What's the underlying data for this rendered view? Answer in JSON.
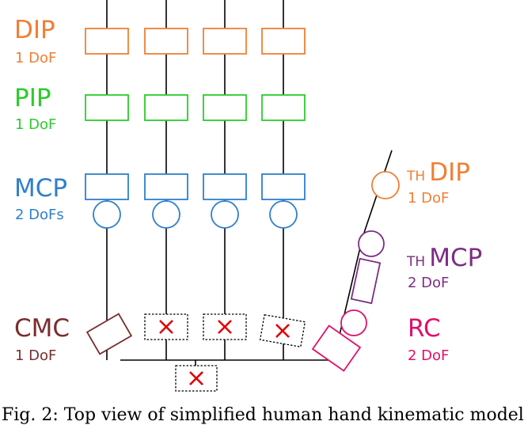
{
  "colors": {
    "dip": "#f07f34",
    "pip": "#2bcc2b",
    "mcp": "#2f7fcc",
    "cmc": "#7a2e2e",
    "th_mcp": "#7d2d86",
    "rc": "#e0106a",
    "cross": "#e00000",
    "line": "#000000"
  },
  "labels": {
    "dip": {
      "title": "DIP",
      "dof": "1 DoF"
    },
    "pip": {
      "title": "PIP",
      "dof": "1 DoF"
    },
    "mcp": {
      "title": "MCP",
      "dof": "2 DoFs"
    },
    "cmc": {
      "title": "CMC",
      "dof": "1 DoF"
    },
    "th_dip": {
      "prefix": "TH",
      "title": "DIP",
      "dof": "1 DoF"
    },
    "th_mcp": {
      "prefix": "TH",
      "title": "MCP",
      "dof": "2 DoF"
    },
    "rc": {
      "title": "RC",
      "dof": "2 DoF"
    }
  },
  "caption": "Fig. 2: Top view of simplified human hand kinematic model"
}
